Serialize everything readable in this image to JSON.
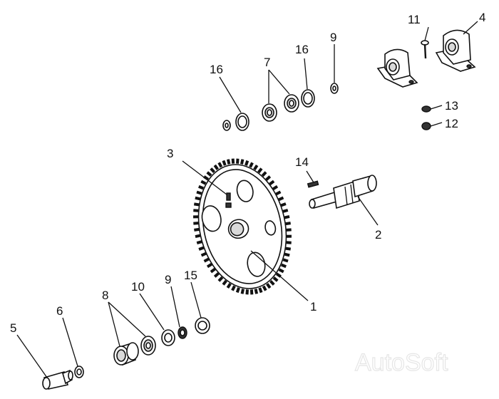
{
  "callouts": {
    "c1": "1",
    "c2": "2",
    "c3": "3",
    "c4": "4",
    "c5": "5",
    "c6": "6",
    "c7": "7",
    "c8": "8",
    "c9a": "9",
    "c9b": "9",
    "c10": "10",
    "c11": "11",
    "c12": "12",
    "c13": "13",
    "c14": "14",
    "c15": "15",
    "c16a": "16",
    "c16b": "16"
  },
  "watermark": "AutoSoft",
  "colors": {
    "line": "#111111",
    "fill_grey": "#d9d9d9",
    "watermark": "#e6e6e6"
  }
}
